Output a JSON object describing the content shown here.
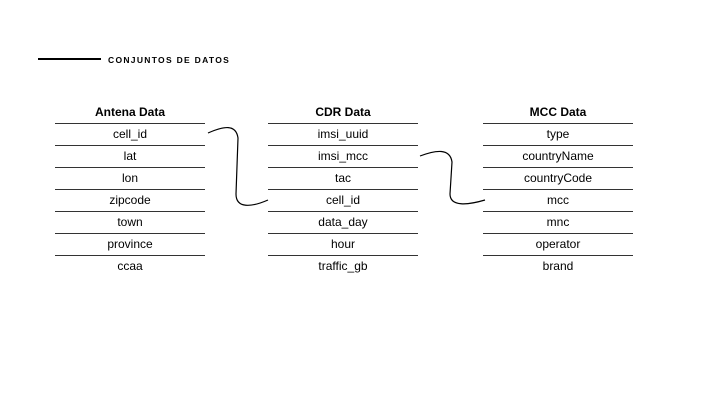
{
  "section": {
    "title": "CONJUNTOS DE DATOS"
  },
  "tables": [
    {
      "title": "Antena Data",
      "rows": [
        "cell_id",
        "lat",
        "lon",
        "zipcode",
        "town",
        "province",
        "ccaa"
      ]
    },
    {
      "title": "CDR Data",
      "rows": [
        "imsi_uuid",
        "imsi_mcc",
        "tac",
        "cell_id",
        "data_day",
        "hour",
        "traffic_gb"
      ]
    },
    {
      "title": "MCC Data",
      "rows": [
        "type",
        "countryName",
        "countryCode",
        "mcc",
        "mnc",
        "operator",
        "brand"
      ]
    }
  ],
  "links": [
    {
      "from": "Antena Data.cell_id",
      "to": "CDR Data.cell_id"
    },
    {
      "from": "CDR Data.imsi_mcc",
      "to": "MCC Data.mcc"
    }
  ],
  "colors": {
    "line": "#000000",
    "rule": "#333333"
  }
}
